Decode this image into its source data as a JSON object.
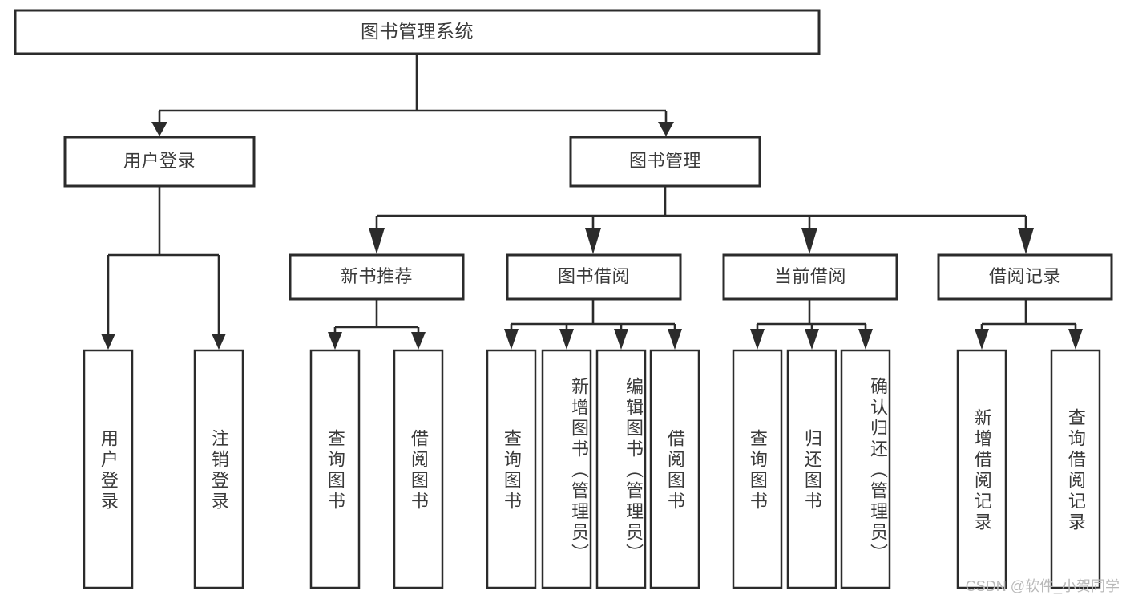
{
  "diagram": {
    "title": "图书管理系统",
    "type": "tree-hierarchy-diagram",
    "colors": {
      "stroke": "#2b2b2b",
      "fill": "#ffffff",
      "text": "#3a3a3a",
      "watermark": "#b9b9b9"
    },
    "root": {
      "label": "图书管理系统"
    },
    "level2": [
      {
        "label": "用户登录"
      },
      {
        "label": "图书管理"
      }
    ],
    "level3": [
      {
        "label": "新书推荐"
      },
      {
        "label": "图书借阅"
      },
      {
        "label": "当前借阅"
      },
      {
        "label": "借阅记录"
      }
    ],
    "leaves": {
      "user_login": [
        {
          "label": "用户登录"
        },
        {
          "label": "注销登录"
        }
      ],
      "new_book_recommend": [
        {
          "label": "查询图书"
        },
        {
          "label": "借阅图书"
        }
      ],
      "book_borrow": [
        {
          "label": "查询图书"
        },
        {
          "label": "新增图书（管理员）"
        },
        {
          "label": "编辑图书（管理员）"
        },
        {
          "label": "借阅图书"
        }
      ],
      "current_borrow": [
        {
          "label": "查询图书"
        },
        {
          "label": "归还图书"
        },
        {
          "label": "确认归还（管理员）"
        }
      ],
      "borrow_record": [
        {
          "label": "新增借阅记录"
        },
        {
          "label": "查询借阅记录"
        }
      ]
    },
    "watermark": "CSDN @软件_小贺同学"
  }
}
